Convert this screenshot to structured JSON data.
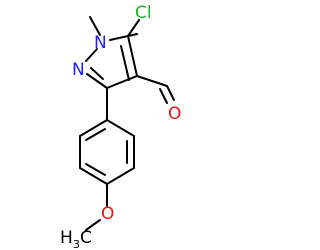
{
  "atoms": [
    {
      "id": "cl",
      "symbol": "Cl",
      "color": "#1fb51f"
    },
    {
      "id": "n1",
      "symbol": "N",
      "color": "#2020ff"
    },
    {
      "id": "n2",
      "symbol": "N",
      "color": "#2020ff"
    },
    {
      "id": "o_aldehyde",
      "symbol": "O",
      "color": "#ee1111"
    },
    {
      "id": "o_ether",
      "symbol": "O",
      "color": "#ee1111"
    },
    {
      "id": "ch3_h",
      "symbol": "H",
      "color": "#000000"
    },
    {
      "id": "ch3_sub",
      "symbol": "3",
      "color": "#000000"
    },
    {
      "id": "ch3_c",
      "symbol": "C",
      "color": "#000000"
    }
  ],
  "bond_color": "#000000"
}
